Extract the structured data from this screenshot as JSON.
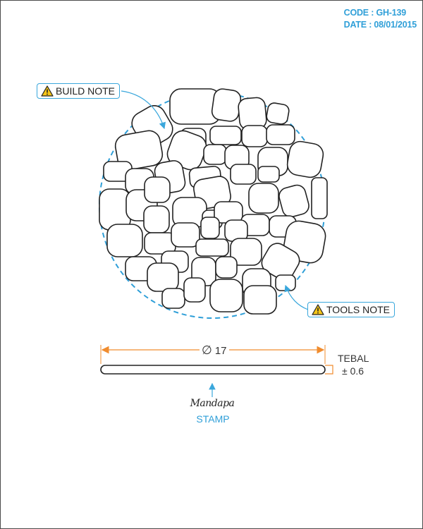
{
  "header": {
    "code": "CODE : GH-139",
    "date": "DATE : 08/01/2015"
  },
  "callouts": {
    "build_note": "BUILD NOTE",
    "tools_note": "TOOLS NOTE",
    "icon": "warning-triangle-icon"
  },
  "dimensions": {
    "diameter_symbol": "∅",
    "diameter_value": "17",
    "thickness_label": "TEBAL",
    "thickness_value": "± 0.6"
  },
  "stamp": {
    "brand": "Mandapa",
    "label": "STAMP"
  },
  "colors": {
    "accent_blue": "#2f9fd8",
    "dimension_orange": "#f08c2e",
    "outline": "#222222"
  }
}
